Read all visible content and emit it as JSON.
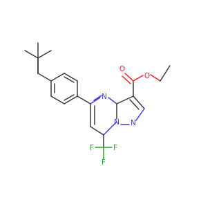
{
  "molecule": {
    "atoms": {
      "n_pyrimidine": "N",
      "n_pyrazole_1": "N",
      "n_pyrazole_2": "N",
      "o_carbonyl": "O",
      "o_ester": "O",
      "f_1": "F",
      "f_2": "F",
      "f_3": "F"
    }
  },
  "colors": {
    "bond": "#3a3a3a",
    "nitrogen": "#3b3bd8",
    "oxygen": "#e02020",
    "fluorine": "#22aa22"
  }
}
